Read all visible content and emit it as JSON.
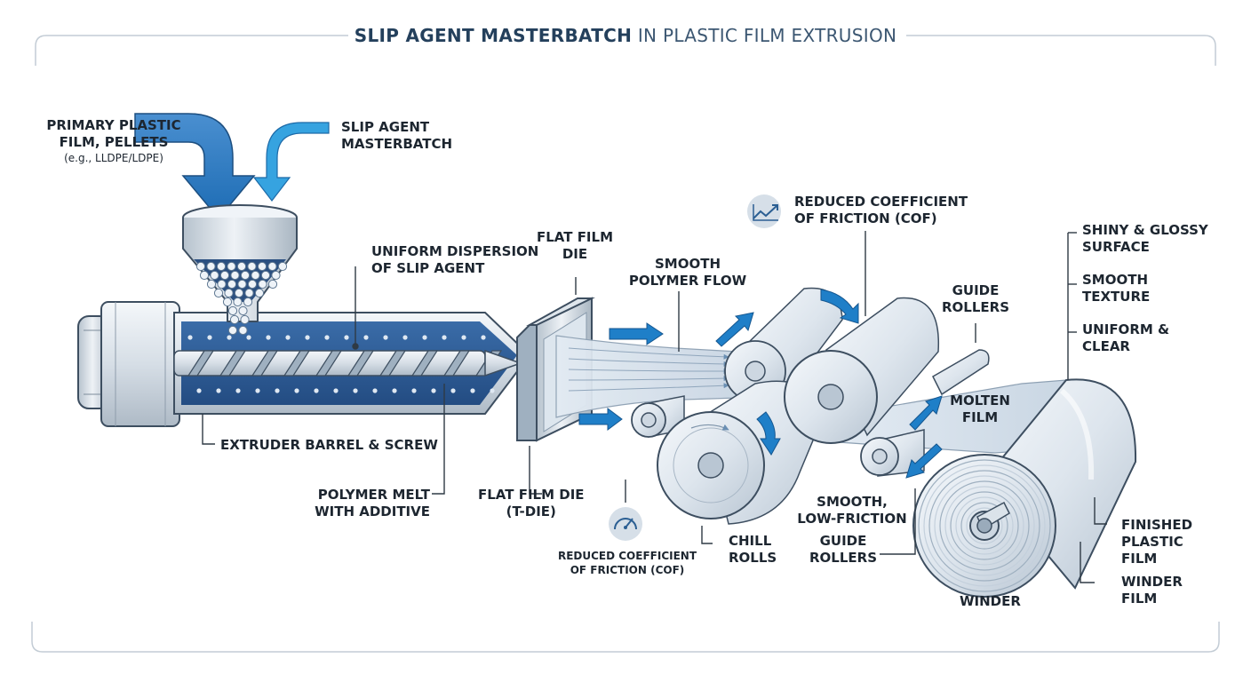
{
  "title": {
    "emphasis": "SLIP AGENT MASTERBATCH",
    "rest": "IN PLASTIC FILM EXTRUSION"
  },
  "labels": {
    "primary": {
      "line1": "PRIMARY PLASTIC",
      "line2": "FILM, PELLETS",
      "note": "(e.g., LLDPE/LDPE)"
    },
    "masterbatch": {
      "line1": "SLIP AGENT",
      "line2": "MASTERBATCH"
    },
    "dispersion": {
      "line1": "UNIFORM DISPERSION",
      "line2": "OF SLIP AGENT"
    },
    "flat_die_top": {
      "line1": "FLAT FILM",
      "line2": "DIE"
    },
    "smooth_flow": {
      "line1": "SMOOTH",
      "line2": "POLYMER FLOW"
    },
    "cof_top": {
      "line1": "REDUCED COEFFICIENT",
      "line2": "OF FRICTION (COF)"
    },
    "guide_top": {
      "line1": "GUIDE",
      "line2": "ROLLERS"
    },
    "shiny": {
      "line1": "SHINY & GLOSSY",
      "line2": "SURFACE"
    },
    "smooth_texture": {
      "line1": "SMOOTH",
      "line2": "TEXTURE"
    },
    "uniform_clear": {
      "line1": "UNIFORM &",
      "line2": "CLEAR"
    },
    "molten": {
      "line1": "MOLTEN",
      "line2": "FILM"
    },
    "barrel": "EXTRUDER BARREL & SCREW",
    "melt": {
      "line1": "POLYMER MELT",
      "line2": "WITH ADDITIVE"
    },
    "tdie": {
      "line1": "FLAT FILM DIE",
      "line2": "(T-DIE)"
    },
    "cof_bottom": {
      "line1": "REDUCED COEFFICIENT",
      "line2": "OF FRICTION (COF)"
    },
    "chill": {
      "line1": "CHILL",
      "line2": "ROLLS"
    },
    "low_friction": {
      "line1": "SMOOTH,",
      "line2": "LOW-FRICTION"
    },
    "guide_bottom": {
      "line1": "GUIDE",
      "line2": "ROLLERS"
    },
    "winder": "WINDER",
    "finished": {
      "line1": "FINISHED",
      "line2": "PLASTIC",
      "line3": "FILM"
    },
    "winder_film": {
      "line1": "WINDER",
      "line2": "FILM"
    }
  },
  "icons": {
    "cof_top": "trend-chart-icon",
    "cof_bottom": "gauge-icon"
  },
  "colors": {
    "arrow_blue": "#1f7fc8",
    "arrow_dark": "#2b5f93",
    "melt_blue": "#2c5c98",
    "steel": "#cfd8e1",
    "outline": "#3d4e60",
    "frame": "#c3ccd5"
  }
}
